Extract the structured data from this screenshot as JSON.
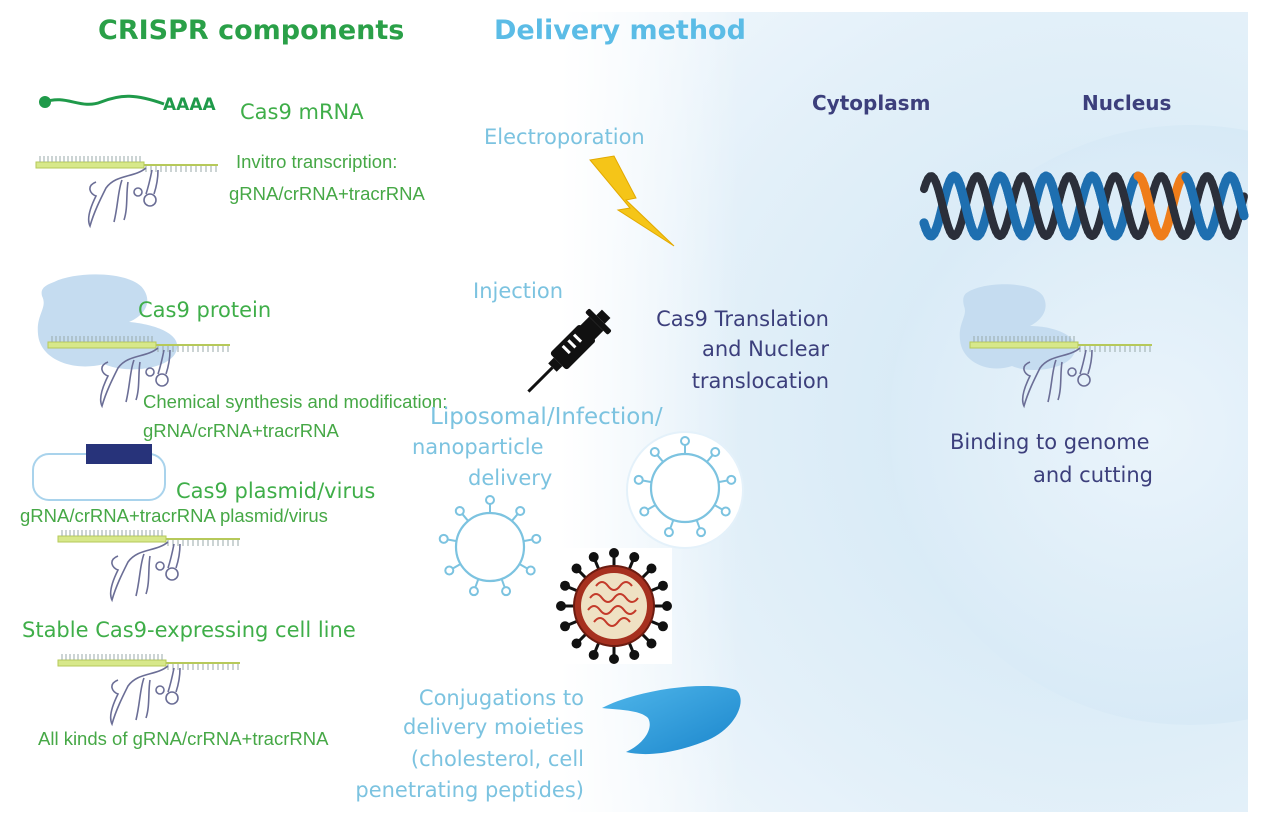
{
  "headers": {
    "components": "CRISPR components",
    "delivery": "Delivery method"
  },
  "regions": {
    "cytoplasm": "Cytoplasm",
    "nucleus": "Nucleus"
  },
  "components": {
    "mrna_tail": "AAAA",
    "mrna": "Cas9 mRNA",
    "ivt_line1": "Invitro transcription:",
    "ivt_line2": "gRNA/crRNA+tracrRNA",
    "protein": "Cas9 protein",
    "chem_line1": "Chemical synthesis and modification:",
    "chem_line2": "gRNA/crRNA+tracrRNA",
    "plasmid": "Cas9 plasmid/virus",
    "plasmid_grna": "gRNA/crRNA+tracrRNA plasmid/virus",
    "stable": "Stable Cas9-expressing cell line",
    "all_kinds": "All kinds of gRNA/crRNA+tracrRNA"
  },
  "delivery": {
    "electroporation": "Electroporation",
    "injection": "Injection",
    "liposomal_line1": "Liposomal/Infection/",
    "liposomal_line2": "nanoparticle",
    "liposomal_line3": "delivery",
    "conj_line1": "Conjugations to",
    "conj_line2": "delivery moieties",
    "conj_line3": "(cholesterol, cell",
    "conj_line4": "penetrating peptides)"
  },
  "process": {
    "translation_line1": "Cas9 Translation",
    "translation_line2": "and Nuclear",
    "translation_line3": "translocation",
    "binding_line1": "Binding to genome",
    "binding_line2": "and cutting"
  },
  "icons": [
    "bolt-icon",
    "syringe-icon",
    "liposome-icon",
    "virus-icon",
    "conjugate-icon",
    "dna-helix-icon",
    "cas9-complex-icon",
    "plasmid-icon",
    "mrna-icon"
  ],
  "colors": {
    "header_components": "#2aa048",
    "header_delivery": "#5bbce6",
    "component_text": "#3fae49",
    "delivery_text": "#7cc3e0",
    "process_text": "#3c3f7c",
    "dna_strand": "#1e6fb0",
    "dna_highlight": "#ef7d1a",
    "cell_background": "#e6f2fa"
  }
}
